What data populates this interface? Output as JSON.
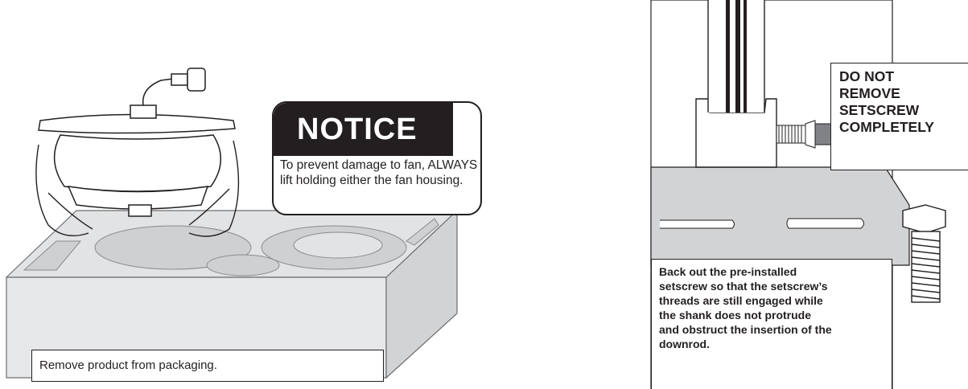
{
  "notice": {
    "title": "NOTICE",
    "text": "To prevent damage to fan, ALWAYS lift holding either the fan housing."
  },
  "left_caption": "Remove product from packaging.",
  "warning": {
    "lines": [
      "DO NOT",
      "REMOVE",
      "SETSCREW",
      "COMPLETELY"
    ]
  },
  "right_caption": {
    "lines": [
      "Back out the pre-installed",
      "setscrew so that the setscrew’s",
      "threads are still engaged while",
      "the shank does not protrude",
      "and obstruct the insertion of the",
      "downrod."
    ]
  }
}
